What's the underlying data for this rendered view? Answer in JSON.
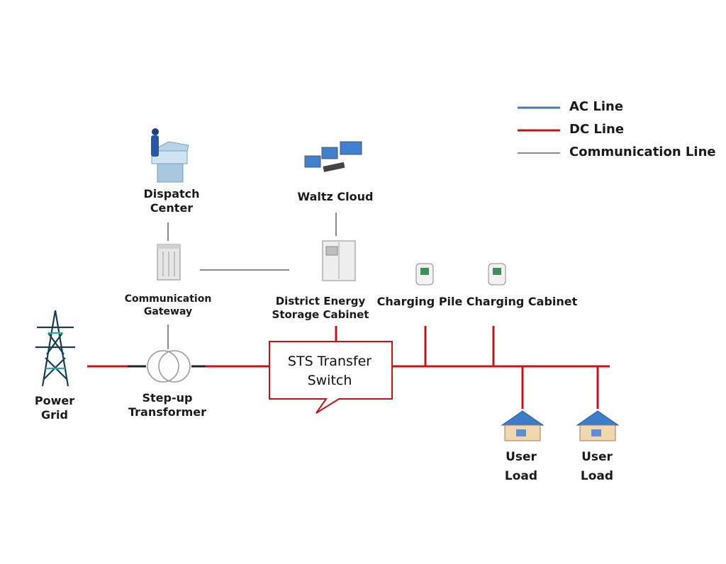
{
  "legend": {
    "ac_line": "AC Line",
    "dc_line": "DC Line",
    "communication_line": "Communication Line"
  },
  "nodes": {
    "dispatch_center": [
      "Dispatch",
      "Center"
    ],
    "waltz_cloud": "Waltz Cloud",
    "communication_gateway": [
      "Communication",
      "Gateway"
    ],
    "district_energy_storage_cabinet": [
      "District Energy",
      "Storage Cabinet"
    ],
    "charging_pile": "Charging Pile",
    "charging_cabinet": "Charging Cabinet",
    "power_grid": [
      "Power",
      "Grid"
    ],
    "step_up_transformer": [
      "Step-up",
      "Transformer"
    ],
    "sts_transfer_switch": [
      "STS Transfer",
      "Switch"
    ],
    "user_load_1": [
      "User",
      "Load"
    ],
    "user_load_2": [
      "User",
      "Load"
    ]
  },
  "colors": {
    "ac_line": "#4a7ab5",
    "dc_line": "#c0141b",
    "communication_line": "#8a8a8a"
  },
  "icons": {
    "dispatch_center": "operator-console-icon",
    "waltz_cloud": "monitors-icon",
    "communication_gateway": "server-rack-icon",
    "district_energy_storage_cabinet": "storage-cabinet-icon",
    "charging_pile": "charger-icon",
    "charging_cabinet": "charger-icon",
    "power_grid": "transmission-tower-icon",
    "step_up_transformer": "transformer-icon",
    "user_load": "house-icon"
  }
}
